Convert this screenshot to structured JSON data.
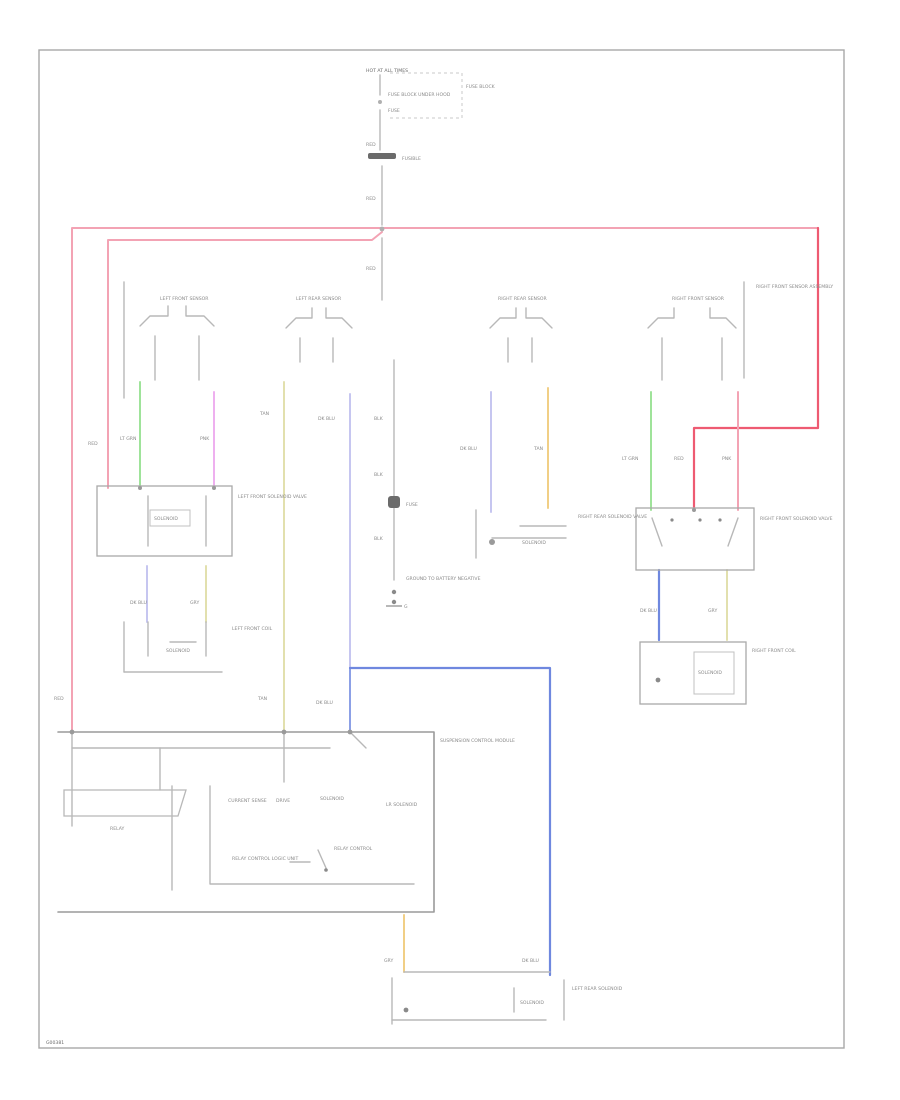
{
  "colors": {
    "pink": "#f3a3b4",
    "red": "#ee5b72",
    "green": "#9fe39a",
    "magenta": "#eeb0ef",
    "lavender": "#c6c6f0",
    "yellow": "#f1cf86",
    "khaki": "#e2e0ae",
    "blue": "#6f88df",
    "gray": "#b8b8b8",
    "frame": "#a8a8a8"
  },
  "labels": {
    "top_power": "HOT AT ALL TIMES",
    "top_fuse_block": "FUSE BLOCK",
    "top_fuse_note": "FUSE BLOCK UNDER HOOD",
    "top_fuse": "FUSE",
    "fusible_link": "FUSIBLE",
    "top_wire_1": "RED",
    "top_wire_2": "RED",
    "top_wire_3": "RED",
    "lf_sensor": "LEFT FRONT SENSOR",
    "lr_sensor": "LEFT REAR SENSOR",
    "rr_sensor": "RIGHT REAR SENSOR",
    "rf_sensor": "RIGHT FRONT SENSOR",
    "rf_sensor_note": "RIGHT FRONT SENSOR ASSEMBLY",
    "wire_red_left": "RED",
    "wire_lt_grn": "LT GRN",
    "wire_pnk": "PNK",
    "wire_tan": "TAN",
    "wire_dk_blu": "DK BLU",
    "wire_dk_blu_2": "DK BLU",
    "wire_tan_2": "TAN",
    "wire_lt_grn_2": "LT GRN",
    "wire_red_2": "RED",
    "wire_pnk_2": "PNK",
    "center_wire_1": "BLK",
    "center_wire_2": "BLK",
    "center_wire_3": "BLK",
    "center_fuse": "FUSE",
    "ground_note": "GROUND TO BATTERY NEGATIVE",
    "ground_label": "G",
    "lf_valve": "LEFT FRONT SOLENOID VALVE",
    "lf_valve_box": "SOLENOID",
    "lf_lower_1": "DK BLU",
    "lf_lower_2": "GRY",
    "lf_coil": "LEFT FRONT COIL",
    "lf_coil_box": "SOLENOID",
    "rr_valve": "RIGHT REAR SOLENOID VALVE",
    "rr_valve_box": "SOLENOID",
    "rf_valve": "RIGHT FRONT SOLENOID VALVE",
    "rf_lower_1": "DK BLU",
    "rf_lower_2": "GRY",
    "rf_coil": "RIGHT FRONT COIL",
    "rf_coil_box": "SOLENOID",
    "module_title": "SUSPENSION CONTROL MODULE",
    "module_in_1": "RED",
    "module_in_2": "TAN",
    "module_in_3": "DK BLU",
    "module_sub_1": "CURRENT SENSE",
    "module_sub_2": "DRIVE",
    "module_sub_3": "SOLENOID",
    "module_sub_4": "LR SOLENOID",
    "module_sub_5": "RELAY CONTROL LOGIC UNIT",
    "module_sub_6": "RELAY CONTROL",
    "relay": "RELAY",
    "lr_coil_1": "GRY",
    "lr_coil_2": "DK BLU",
    "lr_coil": "LEFT REAR SOLENOID",
    "lr_coil_box": "SOLENOID",
    "page_id": "G00381"
  }
}
